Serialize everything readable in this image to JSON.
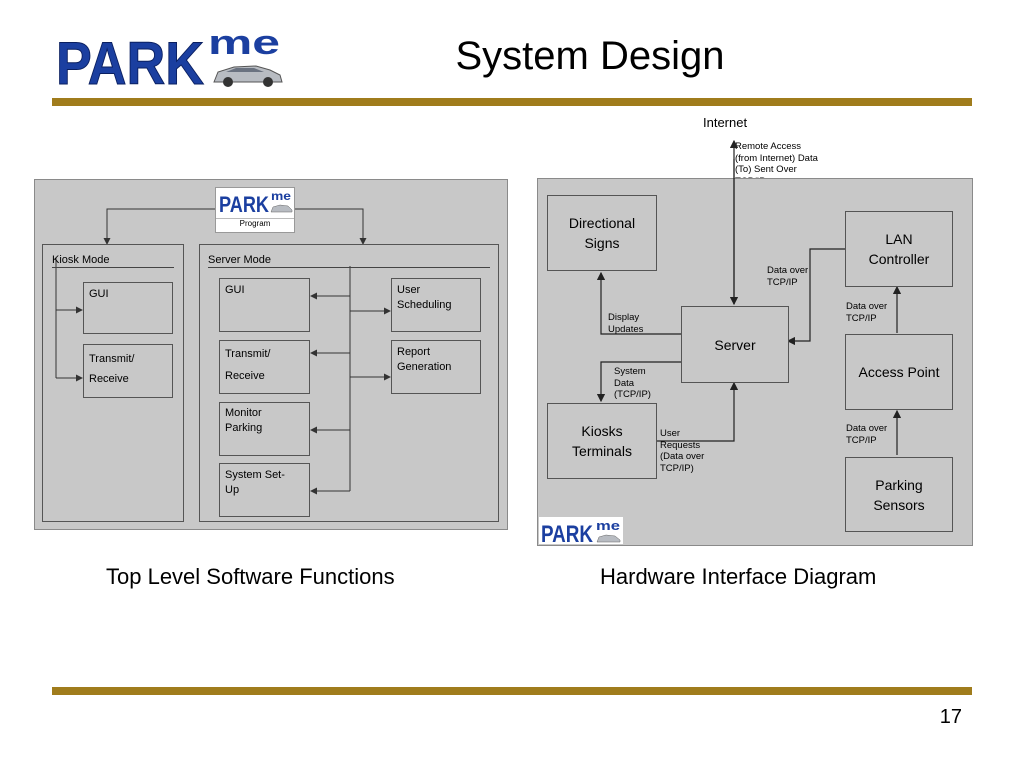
{
  "logo": {
    "main": "PARK",
    "sup": "me"
  },
  "title": "System Design",
  "page_number": "17",
  "left_diagram": {
    "caption": "Top Level Software Functions",
    "program_logo": {
      "main": "PARK",
      "sup": "me"
    },
    "program_label": "Program",
    "kiosk": {
      "title": "Kiosk Mode",
      "items": [
        "GUI",
        "Transmit/\nReceive"
      ]
    },
    "server": {
      "title": "Server Mode",
      "left_items": [
        "GUI",
        "Transmit/\nReceive",
        "Monitor\nParking",
        "System Set-\nUp"
      ],
      "right_items": [
        "User\nScheduling",
        "Report\nGeneration"
      ]
    }
  },
  "right_diagram": {
    "caption": "Hardware Interface Diagram",
    "internet": "Internet",
    "remote_access": "Remote Access\n(from Internet) Data\n(To) Sent Over\nTCP/IP",
    "directional_signs": "Directional\nSigns",
    "lan_controller": "LAN\nController",
    "server": "Server",
    "access_point": "Access Point",
    "kiosks_terminals": "Kiosks\nTerminals",
    "parking_sensors": "Parking\nSensors",
    "label_display_updates": "Display\nUpdates",
    "label_system_data": "System\nData\n(TCP/IP)",
    "label_user_requests": "User\nRequests\n(Data over\nTCP/IP)",
    "label_lan_data": "Data over\nTCP/IP",
    "label_ap_data": "Data over\nTCP/IP",
    "label_sensor_data": "Data over\nTCP/IP",
    "corner_logo": {
      "main": "PARK",
      "sup": "me"
    }
  },
  "colors": {
    "rule": "#a07c1c",
    "logo_blue": "#1b3fa0",
    "panel": "#c8c8c8"
  }
}
